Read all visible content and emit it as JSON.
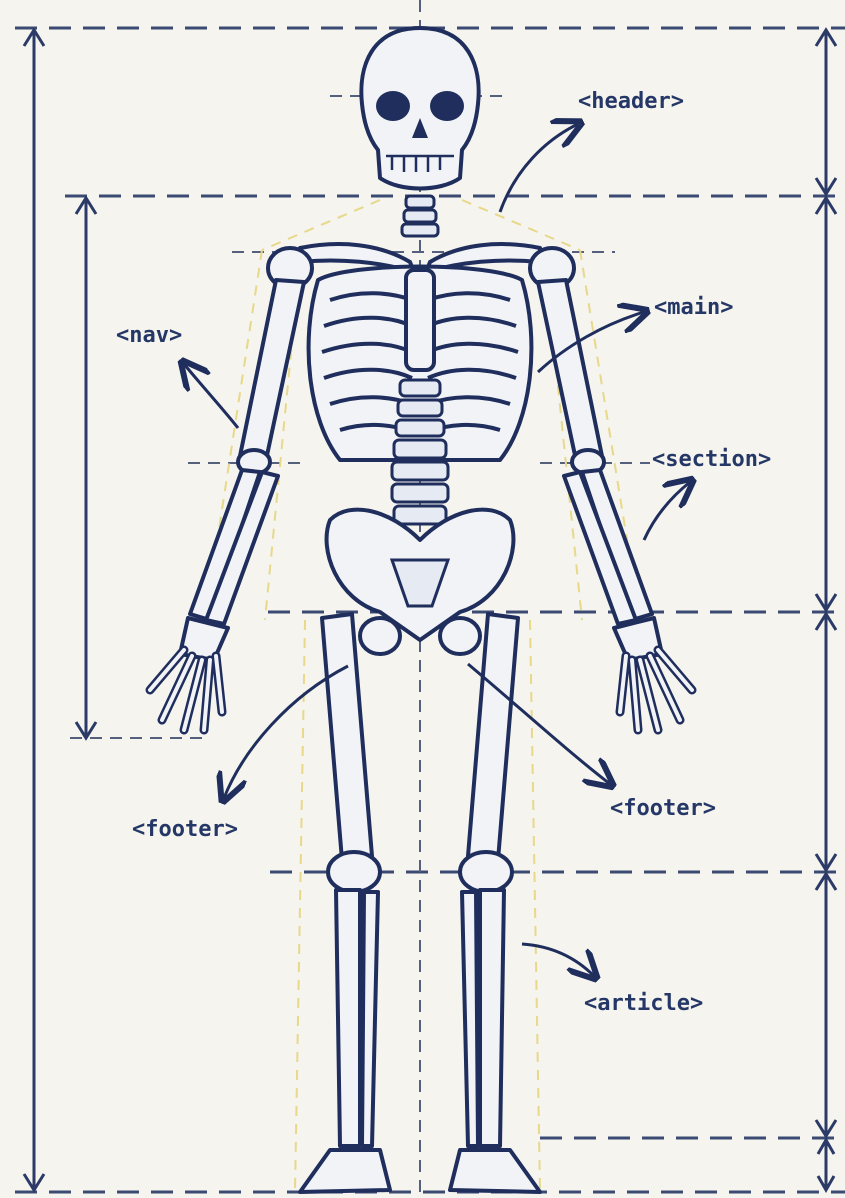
{
  "labels": {
    "header": "<header>",
    "nav": "<nav>",
    "main": "<main>",
    "section": "<section>",
    "footer_left": "<footer>",
    "footer_right": "<footer>",
    "article": "<article>"
  },
  "colors": {
    "background": "#f5f4ef",
    "ink": "#1f2e5c",
    "guide": "#e7d88a"
  },
  "icons": [
    "skeleton-illustration",
    "dimension-arrow",
    "callout-arrow"
  ]
}
